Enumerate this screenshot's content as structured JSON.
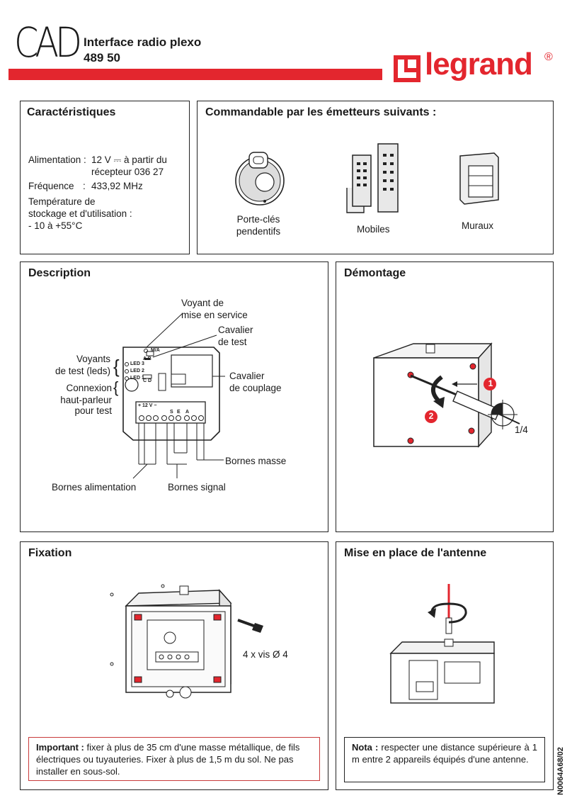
{
  "header": {
    "brand_logo_text": "CAD",
    "product_name": "Interface radio plexo",
    "reference": "489 50",
    "legrand_logo": "legrand",
    "registered_mark": "®",
    "brand_color": "#e3262e"
  },
  "characteristics": {
    "title": "Caractéristiques",
    "power_label": "Alimentation :",
    "power_value_line1": "12 V ⎓ à partir du",
    "power_value_line2": "récepteur 036 27",
    "frequency_label": "Fréquence",
    "frequency_sep": ":",
    "frequency_value": "433,92 MHz",
    "temp_line1": "Température de",
    "temp_line2": "stockage et d'utilisation :",
    "temp_line3": "- 10 à +55°C"
  },
  "transmitters": {
    "title": "Commandable par les émetteurs suivants :",
    "keychain_line1": "Porte-clés",
    "keychain_line2": "pendentifs",
    "mobile": "Mobiles",
    "wall": "Muraux"
  },
  "description": {
    "title": "Description",
    "voyant_line1": "Voyant de",
    "voyant_line2": "mise en service",
    "cavalier_test_line1": "Cavalier",
    "cavalier_test_line2": "de test",
    "cavalier_coupl_line1": "Cavalier",
    "cavalier_coupl_line2": "de couplage",
    "voyants_test_line1": "Voyants",
    "voyants_test_line2": "de test (leds)",
    "connexion_line1": "Connexion",
    "connexion_line2": "haut-parleur",
    "connexion_line3": "pour test",
    "bornes_masse": "Bornes masse",
    "bornes_alim": "Bornes alimentation",
    "bornes_signal": "Bornes signal",
    "board_ma": "M/A",
    "board_ab": "A  B",
    "board_led3": "LED 3",
    "board_led2": "LED 2",
    "board_led1": "LED 1",
    "board_cd": "C  D",
    "board_12v": "+ 12 V −",
    "board_s": "S",
    "board_e": "E",
    "board_a": "A"
  },
  "demontage": {
    "title": "Démontage",
    "step1": "1",
    "step2": "2",
    "quarter_turn": "1/4"
  },
  "fixation": {
    "title": "Fixation",
    "screws": "4 x vis Ø 4",
    "important_label": "Important :",
    "important_text": " fixer à plus de 35 cm d'une masse métallique, de fils électriques ou tuyauteries. Fixer à plus de 1,5 m du sol. Ne pas installer en sous-sol."
  },
  "antenna": {
    "title": "Mise en place de l'antenne",
    "nota_label": "Nota :",
    "nota_text": " respecter une distance supérieure à 1 m entre 2 appareils équipés d'une antenne."
  },
  "doc_code": "N0064A68/02"
}
